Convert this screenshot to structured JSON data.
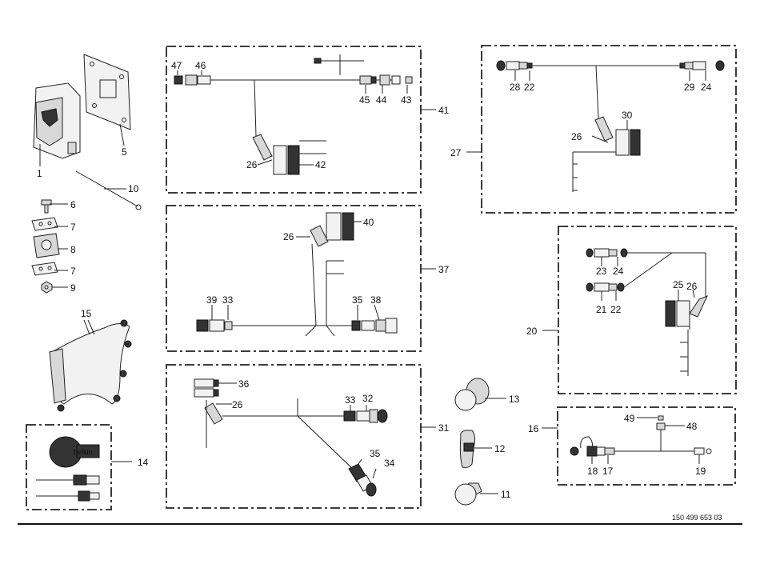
{
  "document": {
    "reference_number": "150 499 653 03",
    "brand_text": "belkin"
  },
  "callouts": [
    {
      "id": "c1",
      "label": "1"
    },
    {
      "id": "c5",
      "label": "5"
    },
    {
      "id": "c10",
      "label": "10"
    },
    {
      "id": "c6",
      "label": "6"
    },
    {
      "id": "c7a",
      "label": "7"
    },
    {
      "id": "c8",
      "label": "8"
    },
    {
      "id": "c7b",
      "label": "7"
    },
    {
      "id": "c9",
      "label": "9"
    },
    {
      "id": "c15",
      "label": "15"
    },
    {
      "id": "c14",
      "label": "14"
    },
    {
      "id": "c47",
      "label": "47"
    },
    {
      "id": "c46",
      "label": "46"
    },
    {
      "id": "c45",
      "label": "45"
    },
    {
      "id": "c44",
      "label": "44"
    },
    {
      "id": "c43",
      "label": "43"
    },
    {
      "id": "c41",
      "label": "41"
    },
    {
      "id": "c26a",
      "label": "26"
    },
    {
      "id": "c42",
      "label": "42"
    },
    {
      "id": "c40",
      "label": "40"
    },
    {
      "id": "c26b",
      "label": "26"
    },
    {
      "id": "c37",
      "label": "37"
    },
    {
      "id": "c39",
      "label": "39"
    },
    {
      "id": "c33a",
      "label": "33"
    },
    {
      "id": "c35a",
      "label": "35"
    },
    {
      "id": "c38",
      "label": "38"
    },
    {
      "id": "c36",
      "label": "36"
    },
    {
      "id": "c26c",
      "label": "26"
    },
    {
      "id": "c33b",
      "label": "33"
    },
    {
      "id": "c32",
      "label": "32"
    },
    {
      "id": "c31",
      "label": "31"
    },
    {
      "id": "c35b",
      "label": "35"
    },
    {
      "id": "c34",
      "label": "34"
    },
    {
      "id": "c13",
      "label": "13"
    },
    {
      "id": "c12",
      "label": "12"
    },
    {
      "id": "c11",
      "label": "11"
    },
    {
      "id": "c28",
      "label": "28"
    },
    {
      "id": "c22a",
      "label": "22"
    },
    {
      "id": "c29",
      "label": "29"
    },
    {
      "id": "c24a",
      "label": "24"
    },
    {
      "id": "c30",
      "label": "30"
    },
    {
      "id": "c26d",
      "label": "26"
    },
    {
      "id": "c27",
      "label": "27"
    },
    {
      "id": "c23",
      "label": "23"
    },
    {
      "id": "c24b",
      "label": "24"
    },
    {
      "id": "c21",
      "label": "21"
    },
    {
      "id": "c22b",
      "label": "22"
    },
    {
      "id": "c25",
      "label": "25"
    },
    {
      "id": "c26e",
      "label": "26"
    },
    {
      "id": "c20",
      "label": "20"
    },
    {
      "id": "c49",
      "label": "49"
    },
    {
      "id": "c48",
      "label": "48"
    },
    {
      "id": "c16",
      "label": "16"
    },
    {
      "id": "c18",
      "label": "18"
    },
    {
      "id": "c17",
      "label": "17"
    },
    {
      "id": "c19",
      "label": "19"
    }
  ]
}
